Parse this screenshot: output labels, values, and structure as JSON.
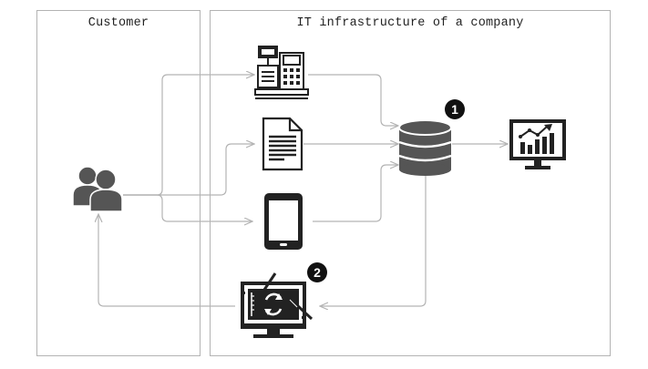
{
  "panels": {
    "customer": {
      "title": "Customer"
    },
    "infrastructure": {
      "title": "IT infrastructure of a company"
    }
  },
  "badges": {
    "first": "1",
    "second": "2"
  },
  "icons": {
    "customers": "users-icon",
    "register": "cash-register-icon",
    "document": "document-icon",
    "tablet": "tablet-icon",
    "database": "database-icon",
    "analytics": "analytics-monitor-icon",
    "design": "design-monitor-icon"
  },
  "colors": {
    "border": "#b3b3b3",
    "arrow": "#b3b3b3",
    "icon": "#222222",
    "people": "#555555"
  }
}
